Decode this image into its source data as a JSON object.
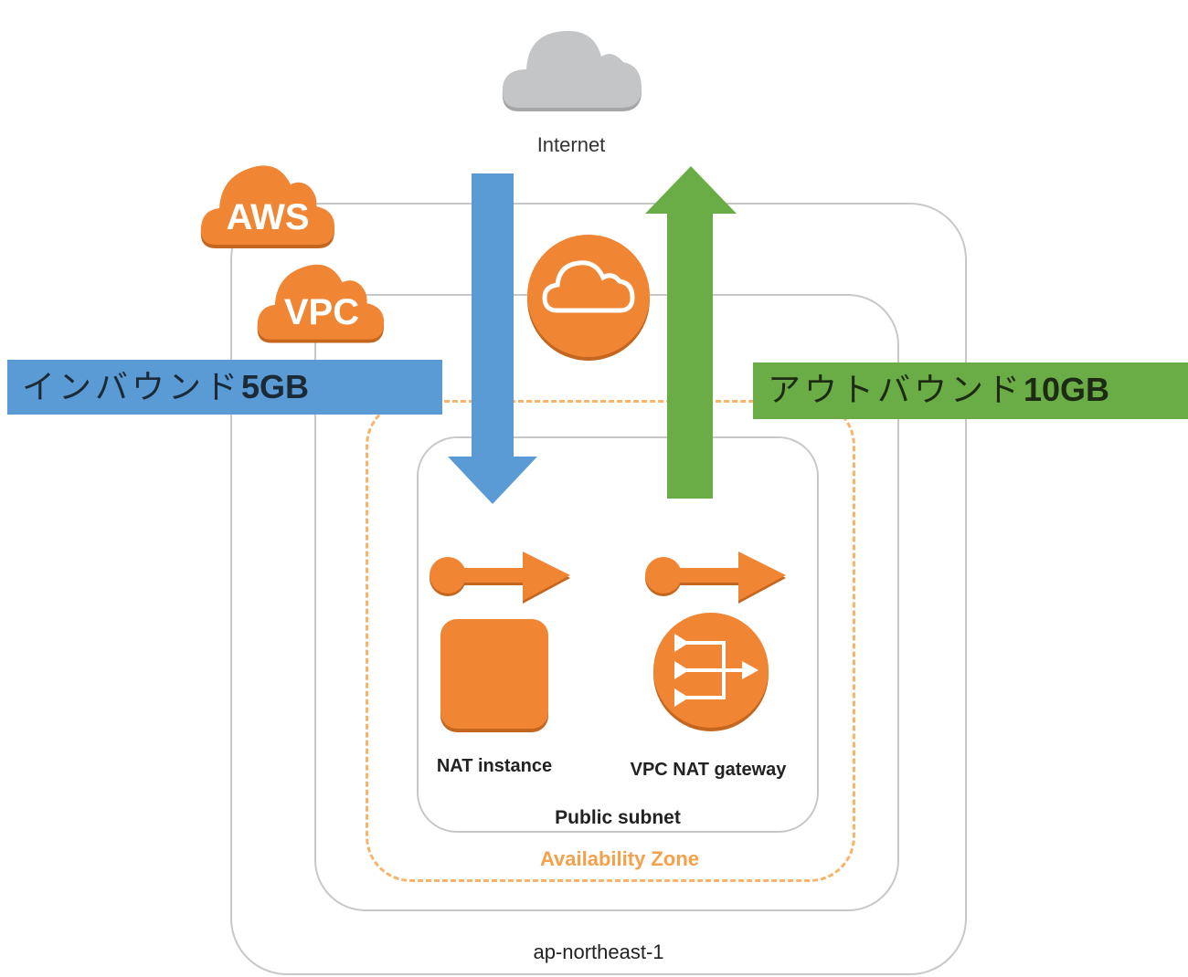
{
  "diagram": {
    "internet": {
      "label": "Internet",
      "icon": "cloud-icon",
      "color": "#c4c5c7"
    },
    "aws_badge": {
      "label": "AWS",
      "color": "#f08533"
    },
    "vpc_badge": {
      "label": "VPC",
      "color": "#f08533"
    },
    "internet_gateway": {
      "icon": "internet-gateway-icon",
      "color": "#f08533"
    },
    "region": {
      "label": "ap-northeast-1",
      "border_color": "#c8c8c8"
    },
    "availability_zone": {
      "label": "Availability Zone",
      "color": "#f5a04a"
    },
    "public_subnet": {
      "label": "Public subnet"
    },
    "nodes": [
      {
        "label": "NAT instance",
        "icon": "ec2-instance-icon",
        "color": "#f08533"
      },
      {
        "label": "VPC NAT gateway",
        "icon": "nat-gateway-icon",
        "color": "#f08533"
      }
    ],
    "traffic": {
      "inbound": {
        "label": "インバウンド",
        "amount": "5GB",
        "direction": "down",
        "color": "#5a9bd5"
      },
      "outbound": {
        "label": "アウトバウンド",
        "amount": "10GB",
        "direction": "up",
        "color": "#6aac45"
      }
    }
  }
}
